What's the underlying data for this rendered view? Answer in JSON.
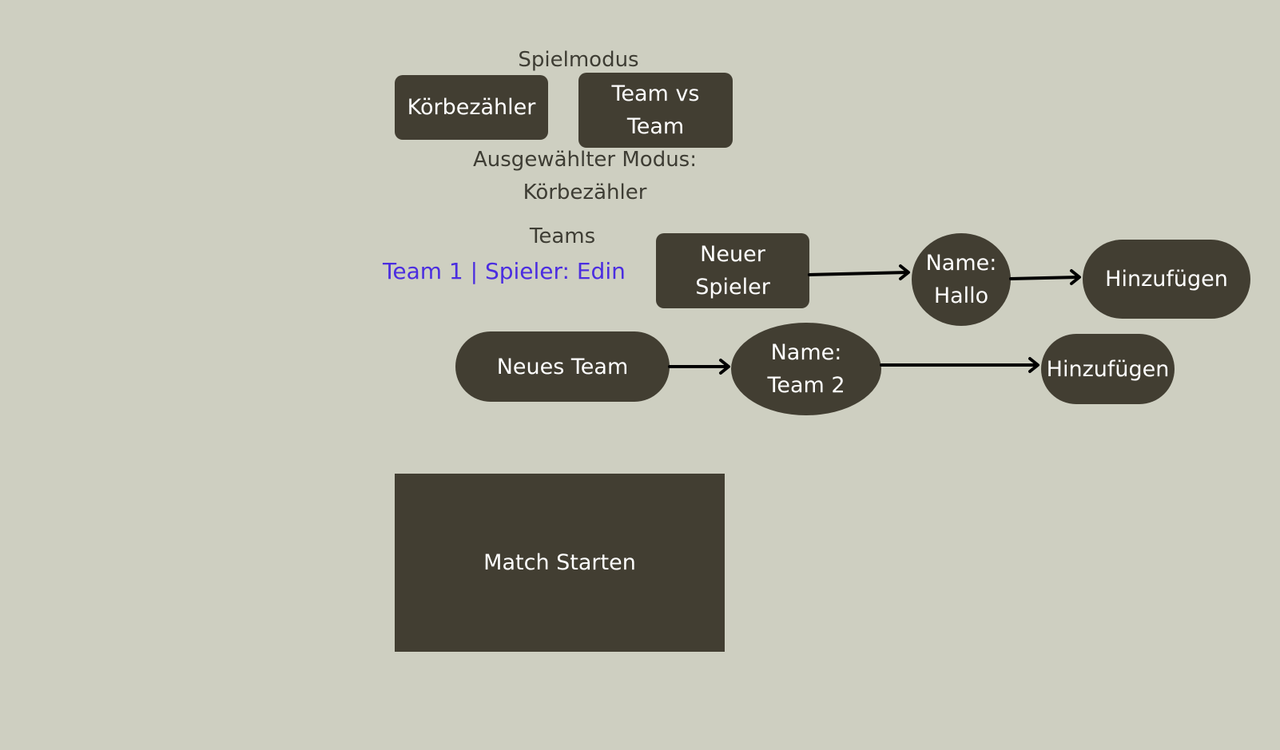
{
  "mode": {
    "heading": "Spielmodus",
    "option_counter": "Körbezähler",
    "option_team_vs_team": "Team vs Team",
    "selected_label": "Ausgewählter Modus:",
    "selected_value": "Körbezähler"
  },
  "teams": {
    "heading": "Teams",
    "entries": [
      "Team 1 | Spieler: Edin"
    ]
  },
  "new_player_flow": {
    "button": "Neuer Spieler",
    "name_field": "Name: Hallo",
    "add_button": "Hinzufügen"
  },
  "new_team_flow": {
    "button": "Neues Team",
    "name_field": "Name: Team 2",
    "add_button": "Hinzufügen"
  },
  "start_button": "Match Starten",
  "colors": {
    "background": "#cecfc1",
    "node_fill": "#423e32",
    "node_text": "#ffffff",
    "label_text": "#3e3d34",
    "team_text": "#4b2de0",
    "arrow": "#000000"
  }
}
